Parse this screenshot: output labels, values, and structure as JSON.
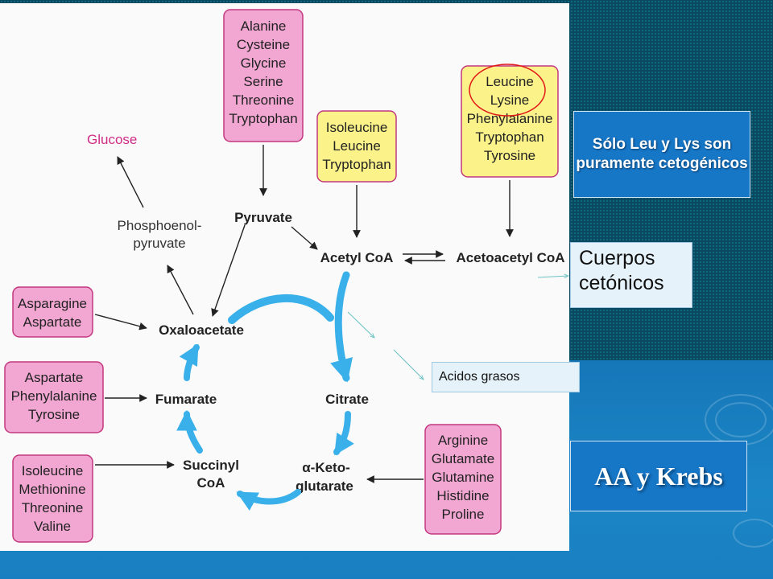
{
  "diagram": {
    "box_alanine": [
      "Alanine",
      "Cysteine",
      "Glycine",
      "Serine",
      "Threonine",
      "Tryptophan"
    ],
    "box_isoleucine_yellow": [
      "Isoleucine",
      "Leucine",
      "Tryptophan"
    ],
    "box_leucine_yellow": [
      "Leucine",
      "Lysine",
      "Phenylalanine",
      "Tryptophan",
      "Tyrosine"
    ],
    "box_asparagine": [
      "Asparagine",
      "Aspartate"
    ],
    "box_aspartate": [
      "Aspartate",
      "Phenylalanine",
      "Tyrosine"
    ],
    "box_isoleucine_pink": [
      "Isoleucine",
      "Methionine",
      "Threonine",
      "Valine"
    ],
    "box_arginine": [
      "Arginine",
      "Glutamate",
      "Glutamine",
      "Histidine",
      "Proline"
    ],
    "glucose": "Glucose",
    "pep": [
      "Phosphoenol-",
      "pyruvate"
    ],
    "pyruvate": "Pyruvate",
    "acetyl_coa": "Acetyl CoA",
    "acetoacetyl_coa": "Acetoacetyl CoA",
    "oxaloacetate": "Oxaloacetate",
    "citrate": "Citrate",
    "fumarate": "Fumarate",
    "succinyl": [
      "Succinyl",
      "CoA"
    ],
    "ketoglutarate": [
      "α-Keto-",
      "glutarate"
    ]
  },
  "callouts": {
    "title": "Sólo Leu y Lys son puramente cetogénicos",
    "cuerpos": "Cuerpos cetónicos",
    "acidos": "Acidos grasos",
    "aa_krebs": "AA y Krebs"
  },
  "colors": {
    "pink_box": "#f2a6d2",
    "yellow_box": "#fbf38a",
    "cycle_arrow": "#3ab0ea",
    "glucose_text": "#d02c86",
    "highlight_circle": "#e01818"
  }
}
